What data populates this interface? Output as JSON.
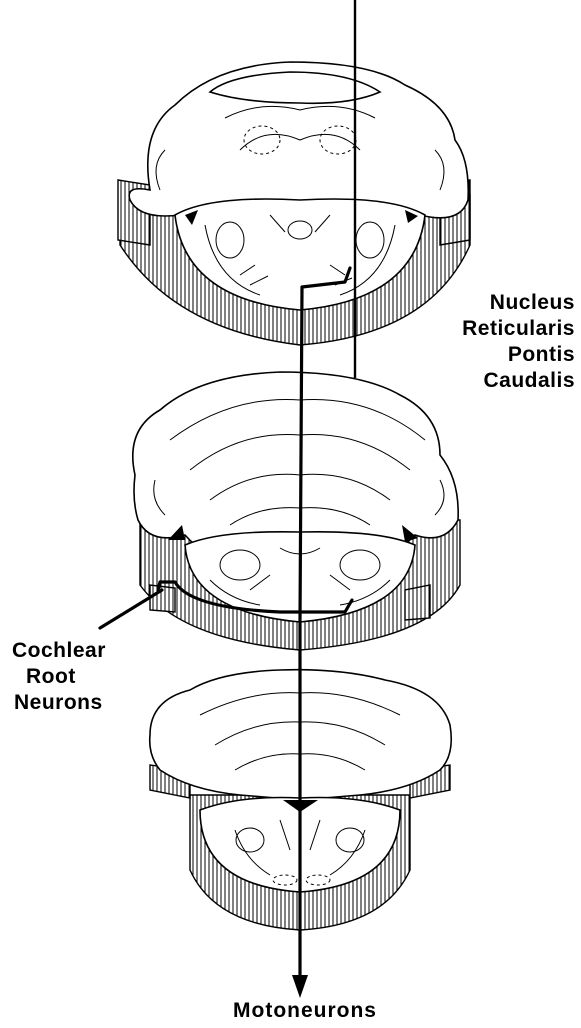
{
  "labels": {
    "nrpc": [
      "Nucleus",
      "Reticularis",
      "Pontis",
      "Caudalis"
    ],
    "cochlear": [
      "Cochlear",
      "Root",
      "Neurons"
    ],
    "output": "Motoneurons"
  }
}
